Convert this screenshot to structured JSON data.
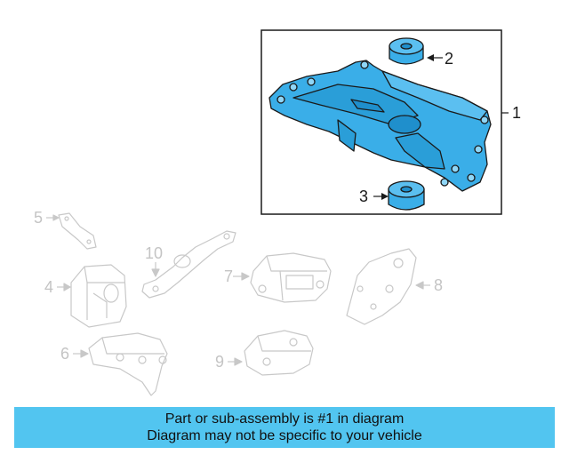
{
  "diagram": {
    "callouts": [
      {
        "id": "1",
        "label": "1",
        "highlighted": true
      },
      {
        "id": "2",
        "label": "2",
        "highlighted": true
      },
      {
        "id": "3",
        "label": "3",
        "highlighted": true
      },
      {
        "id": "4",
        "label": "4",
        "highlighted": false
      },
      {
        "id": "5",
        "label": "5",
        "highlighted": false
      },
      {
        "id": "6",
        "label": "6",
        "highlighted": false
      },
      {
        "id": "7",
        "label": "7",
        "highlighted": false
      },
      {
        "id": "8",
        "label": "8",
        "highlighted": false
      },
      {
        "id": "9",
        "label": "9",
        "highlighted": false
      },
      {
        "id": "10",
        "label": "10",
        "highlighted": false
      }
    ],
    "colors": {
      "highlight_fill": "#3aaee8",
      "highlight_outline": "#1a1a1a",
      "faded_outline": "#c8c8c8",
      "banner": "#52c5f0"
    }
  },
  "notice": {
    "line1": "Part or sub-assembly is #1 in diagram",
    "line2": "Diagram may not be specific to your vehicle"
  }
}
